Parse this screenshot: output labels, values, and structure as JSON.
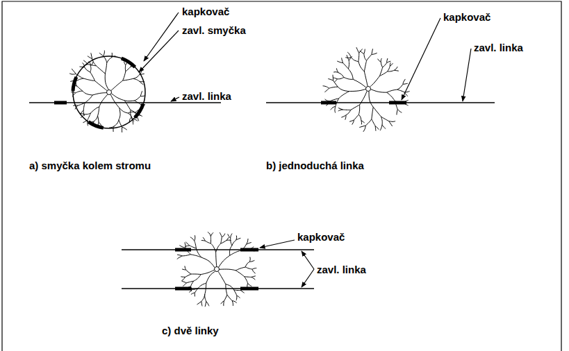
{
  "diagram": {
    "labels": [
      "kapkovač",
      "zavl. smyčka",
      "zavl. linka",
      "a) smyčka kolem stromu",
      "kapkovač",
      "zavl. linka",
      "b) jednoduchá linka",
      "kapkovač",
      "zavl. linka",
      "c) dvě linky"
    ]
  }
}
